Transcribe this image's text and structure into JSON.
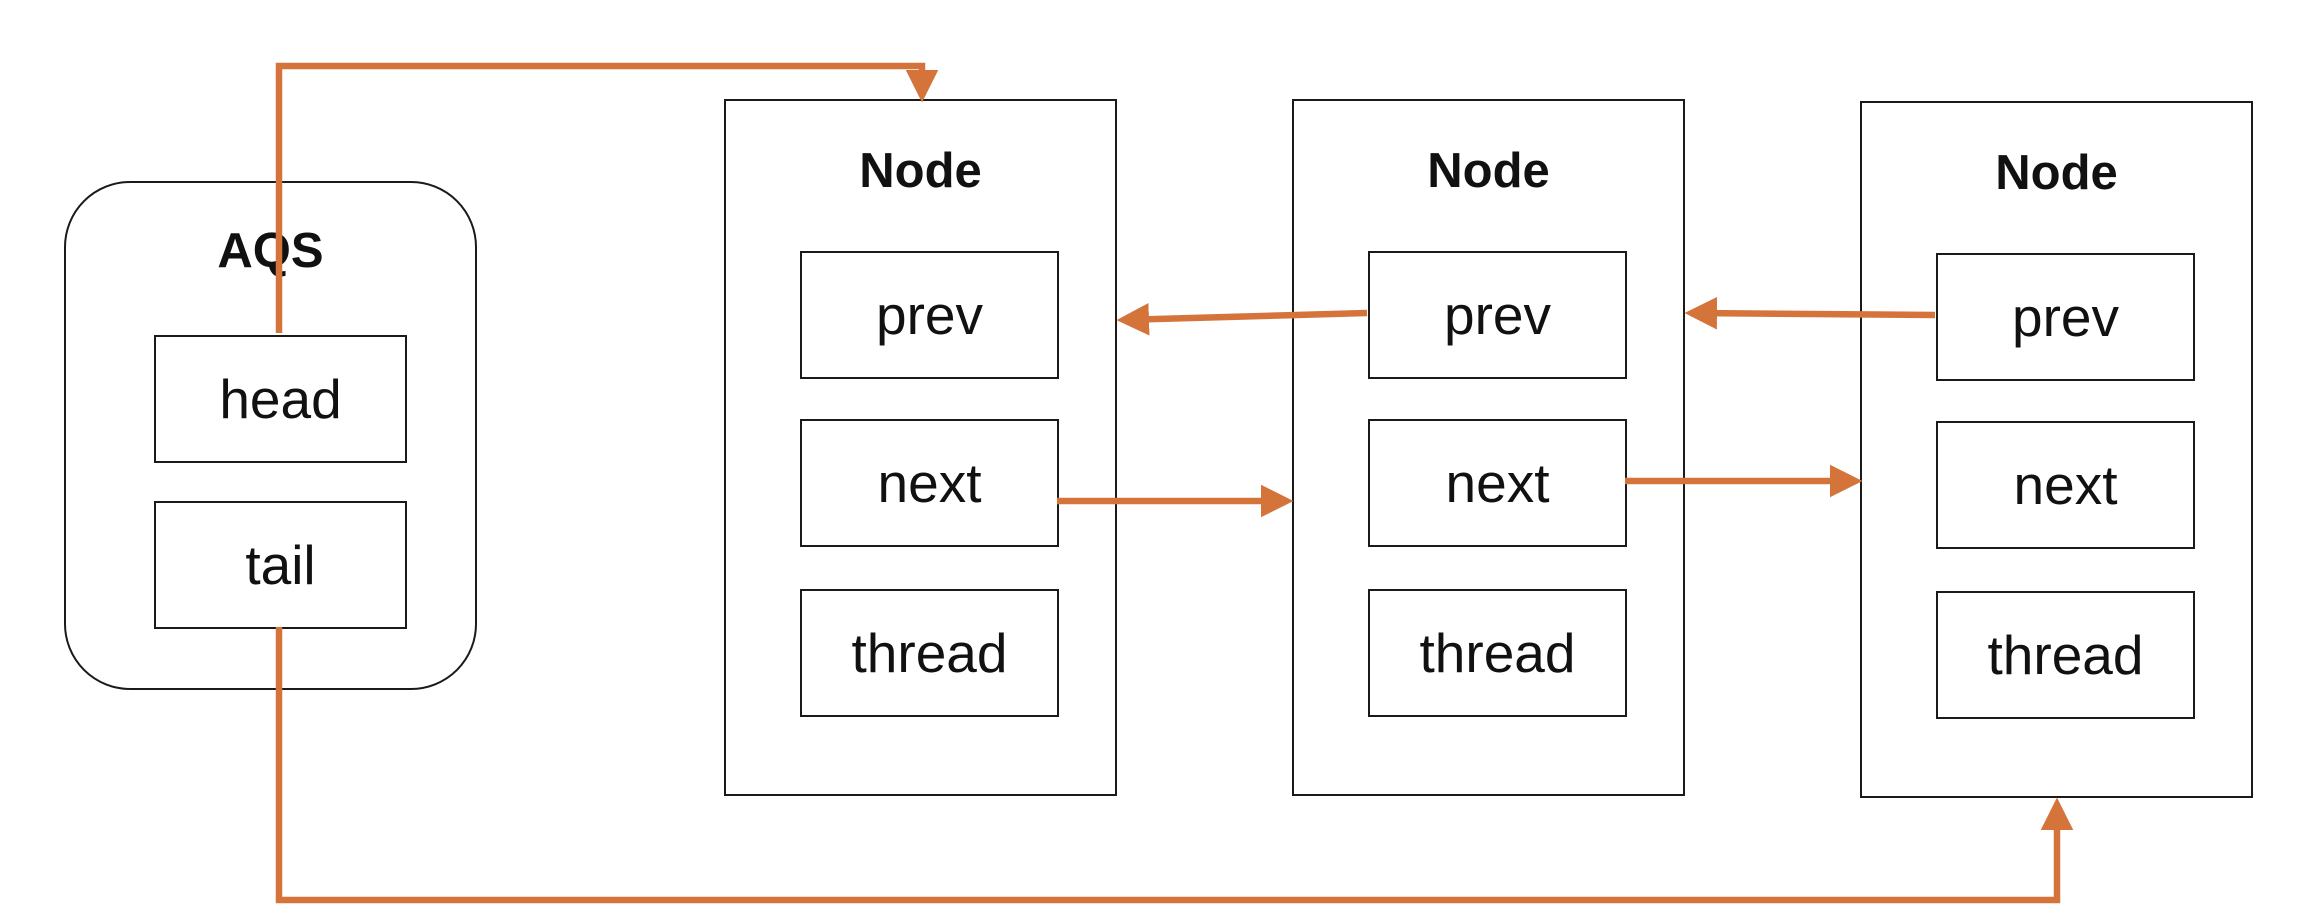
{
  "aqs": {
    "title": "AQS",
    "fields": [
      "head",
      "tail"
    ]
  },
  "nodes": [
    {
      "title": "Node",
      "fields": [
        "prev",
        "next",
        "thread"
      ]
    },
    {
      "title": "Node",
      "fields": [
        "prev",
        "next",
        "thread"
      ]
    },
    {
      "title": "Node",
      "fields": [
        "prev",
        "next",
        "thread"
      ]
    }
  ],
  "colors": {
    "arrow": "#d4733a",
    "border": "#1a1a1a",
    "text": "#111111"
  }
}
